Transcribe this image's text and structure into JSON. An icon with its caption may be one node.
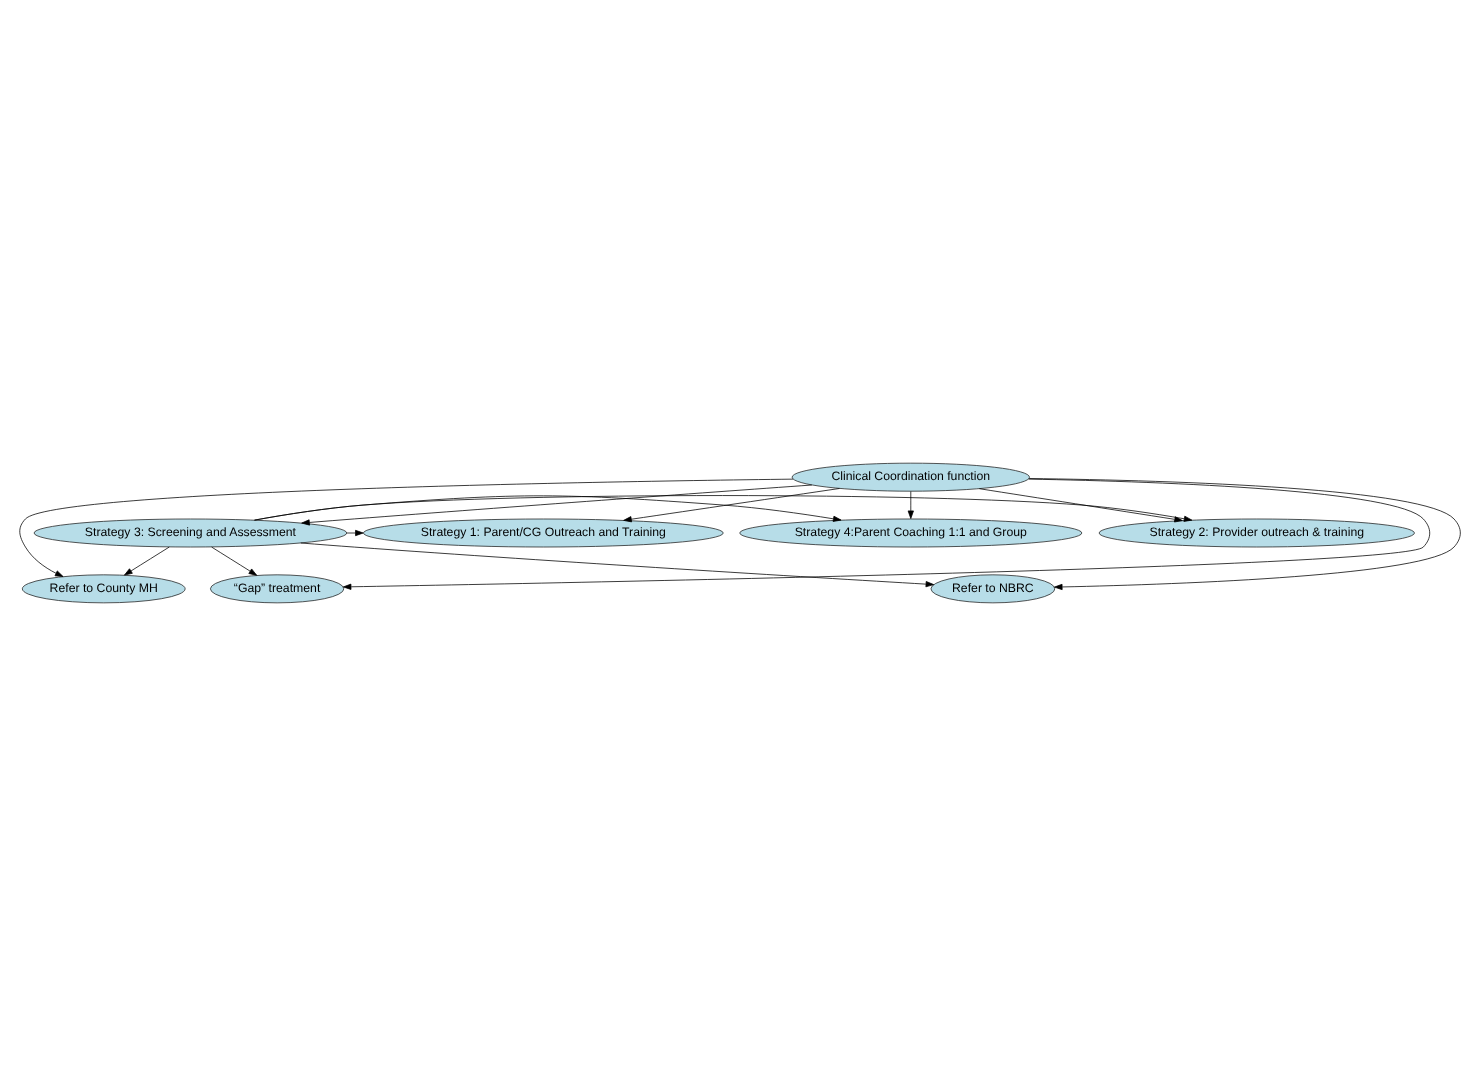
{
  "diagram": {
    "nodes": [
      {
        "text": [
          "Clinical Coordination function"
        ]
      },
      {
        "text": [
          "Strategy 2: Provider outreach & training"
        ]
      },
      {
        "text": [
          "Strategy 3: Screening and Assessment"
        ]
      },
      {
        "text": [
          "Strategy 4:Parent Coaching 1:1 and Group"
        ]
      },
      {
        "text": [
          "Strategy 1: Parent/CG Outreach and Training"
        ]
      },
      {
        "text": [
          "Refer to County MH"
        ]
      },
      {
        "text": [
          "“Gap” treatment"
        ]
      },
      {
        "text": [
          "Refer to NBRC"
        ]
      }
    ],
    "edges": [
      {
        "from": 0,
        "to": 1,
        "arrow": "to"
      },
      {
        "from": 0,
        "to": 2,
        "arrow": "to"
      },
      {
        "from": 0,
        "to": 3,
        "arrow": "to"
      },
      {
        "from": 0,
        "to": 4,
        "arrow": "to"
      },
      {
        "from": 0,
        "to": 5,
        "arrow": "to"
      },
      {
        "from": 0,
        "to": 6,
        "arrow": "to"
      },
      {
        "from": 0,
        "to": 7,
        "arrow": "to"
      },
      {
        "from": 2,
        "to": 1,
        "arrow": "to"
      },
      {
        "from": 2,
        "to": 3,
        "arrow": "to"
      },
      {
        "from": 2,
        "to": 4,
        "arrow": "to"
      },
      {
        "from": 2,
        "to": 5,
        "arrow": "to"
      },
      {
        "from": 2,
        "to": 6,
        "arrow": "to"
      },
      {
        "from": 2,
        "to": 7,
        "arrow": "to"
      }
    ]
  }
}
